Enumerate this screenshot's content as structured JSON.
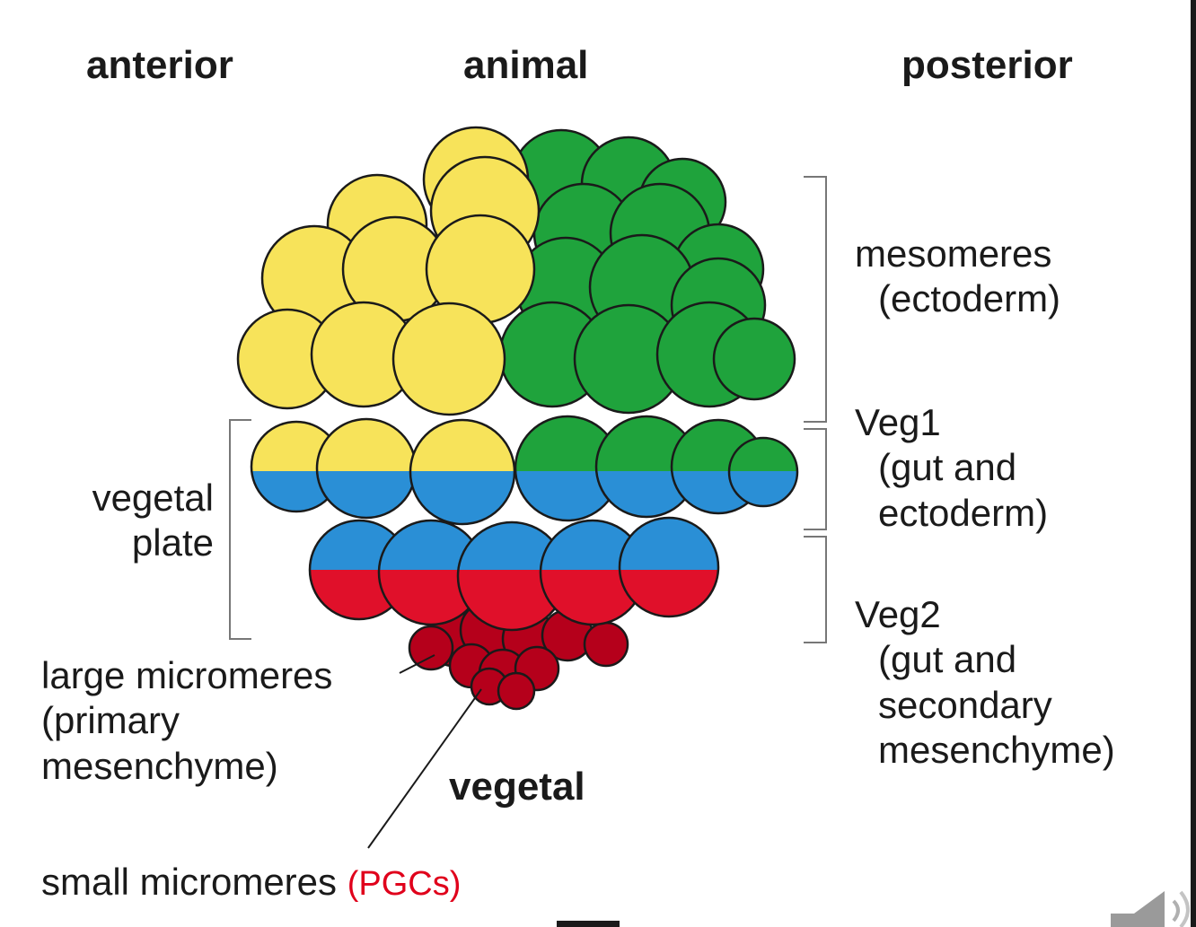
{
  "axes": {
    "anterior": "anterior",
    "animal": "animal",
    "posterior": "posterior",
    "vegetal": "vegetal"
  },
  "labels": {
    "mesomeres": [
      "mesomeres",
      "(ectoderm)"
    ],
    "veg1": [
      "Veg1",
      "(gut and",
      "ectoderm)"
    ],
    "veg2": [
      "Veg2",
      "(gut and",
      "secondary",
      "mesenchyme)"
    ],
    "vegetal_plate": [
      "vegetal",
      "plate"
    ],
    "large_micromeres": [
      "large micromeres",
      "(primary",
      "mesenchyme)"
    ],
    "small_micromeres": "small micromeres",
    "small_micromeres_note": "(PGCs)"
  },
  "colors": {
    "anterior_animal": "#f7e35a",
    "posterior_animal": "#1fa33c",
    "veg1_band": "#2a8fd6",
    "veg2_band": "#e0102a",
    "micromeres": "#b5001b",
    "outline": "#1a1a1a",
    "pgc_note": "#e0001b"
  },
  "icons": [
    "speaker-icon"
  ]
}
